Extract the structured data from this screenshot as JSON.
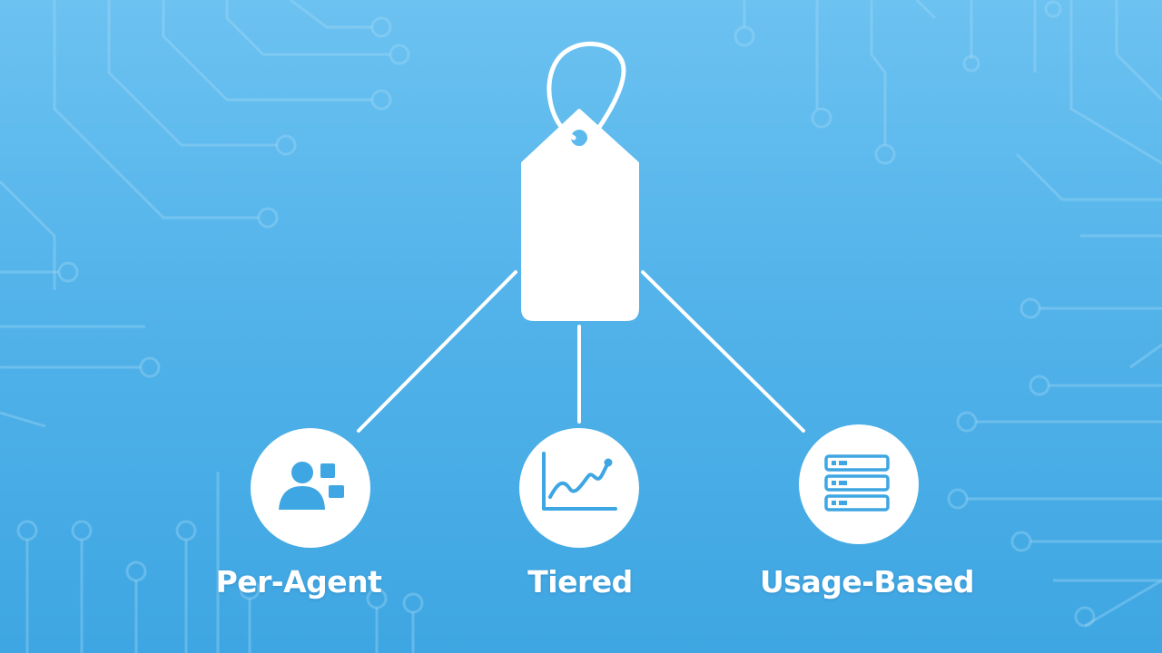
{
  "colors": {
    "background_top": "#6cc2f1",
    "background_bottom": "#3ea6e2",
    "foreground": "#ffffff",
    "icon_accent": "#3ea6e2",
    "circuit_lines": "#a8dcf7"
  },
  "root": {
    "icon": "price-tag-icon"
  },
  "options": [
    {
      "label": "Per-Agent",
      "icon": "users-icon"
    },
    {
      "label": "Tiered",
      "icon": "line-chart-icon"
    },
    {
      "label": "Usage-Based",
      "icon": "server-stack-icon"
    }
  ]
}
